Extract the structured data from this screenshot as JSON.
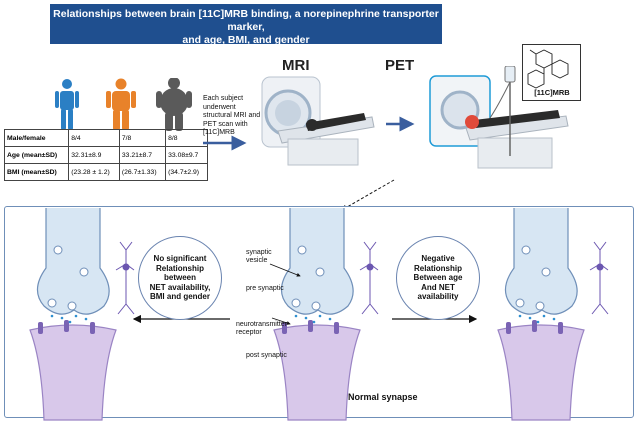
{
  "title": {
    "line1": "Relationships between brain [11C]MRB binding, a norepinephrine transporter marker,",
    "line2": "and age, BMI, and gender"
  },
  "labels": {
    "mri": "MRI",
    "pet": "PET",
    "tracer": "[11C]MRB",
    "scan_note": [
      "Each subject",
      "underwent",
      "structural MRI and",
      "PET scan with",
      "[11C]MRB"
    ]
  },
  "table": {
    "rows": [
      {
        "label": "Male/female",
        "g1": "8/4",
        "g2": "7/8",
        "g3": "8/8"
      },
      {
        "label": "Age (mean±SD)",
        "g1": "32.31±8.9",
        "g2": "33.21±8.7",
        "g3": "33.08±9.7"
      },
      {
        "label": "BMI (mean±SD)",
        "g1": "(23.28 ± 1.2)",
        "g2": "(26.7±1.33)",
        "g3": "(34.7±2.9)"
      }
    ]
  },
  "synapse": {
    "synaptic_vesicle": [
      "synaptic",
      "vesicle"
    ],
    "pre_synaptic": "pre synaptic",
    "nt_receptor": [
      "neurotransmitter",
      "receptor"
    ],
    "post_synaptic": "post synaptic",
    "normal_synapse": "Normal synapse"
  },
  "notes": {
    "left": [
      "No significant",
      "Relationship",
      "between",
      "NET availability,",
      "BMI and gender"
    ],
    "right": [
      "Negative",
      "Relationship",
      "Between age",
      "And NET",
      "availability"
    ]
  },
  "colors": {
    "title_bg": "#1f4f8f",
    "person_blue": "#2b7fc4",
    "person_orange": "#e8822a",
    "person_gray": "#5a5a5a",
    "pre_synaptic_fill": "#d7e6f3",
    "post_synaptic_fill": "#d8c8ea",
    "receptor": "#7a63b4",
    "arrow_blue": "#3a5e9e"
  }
}
